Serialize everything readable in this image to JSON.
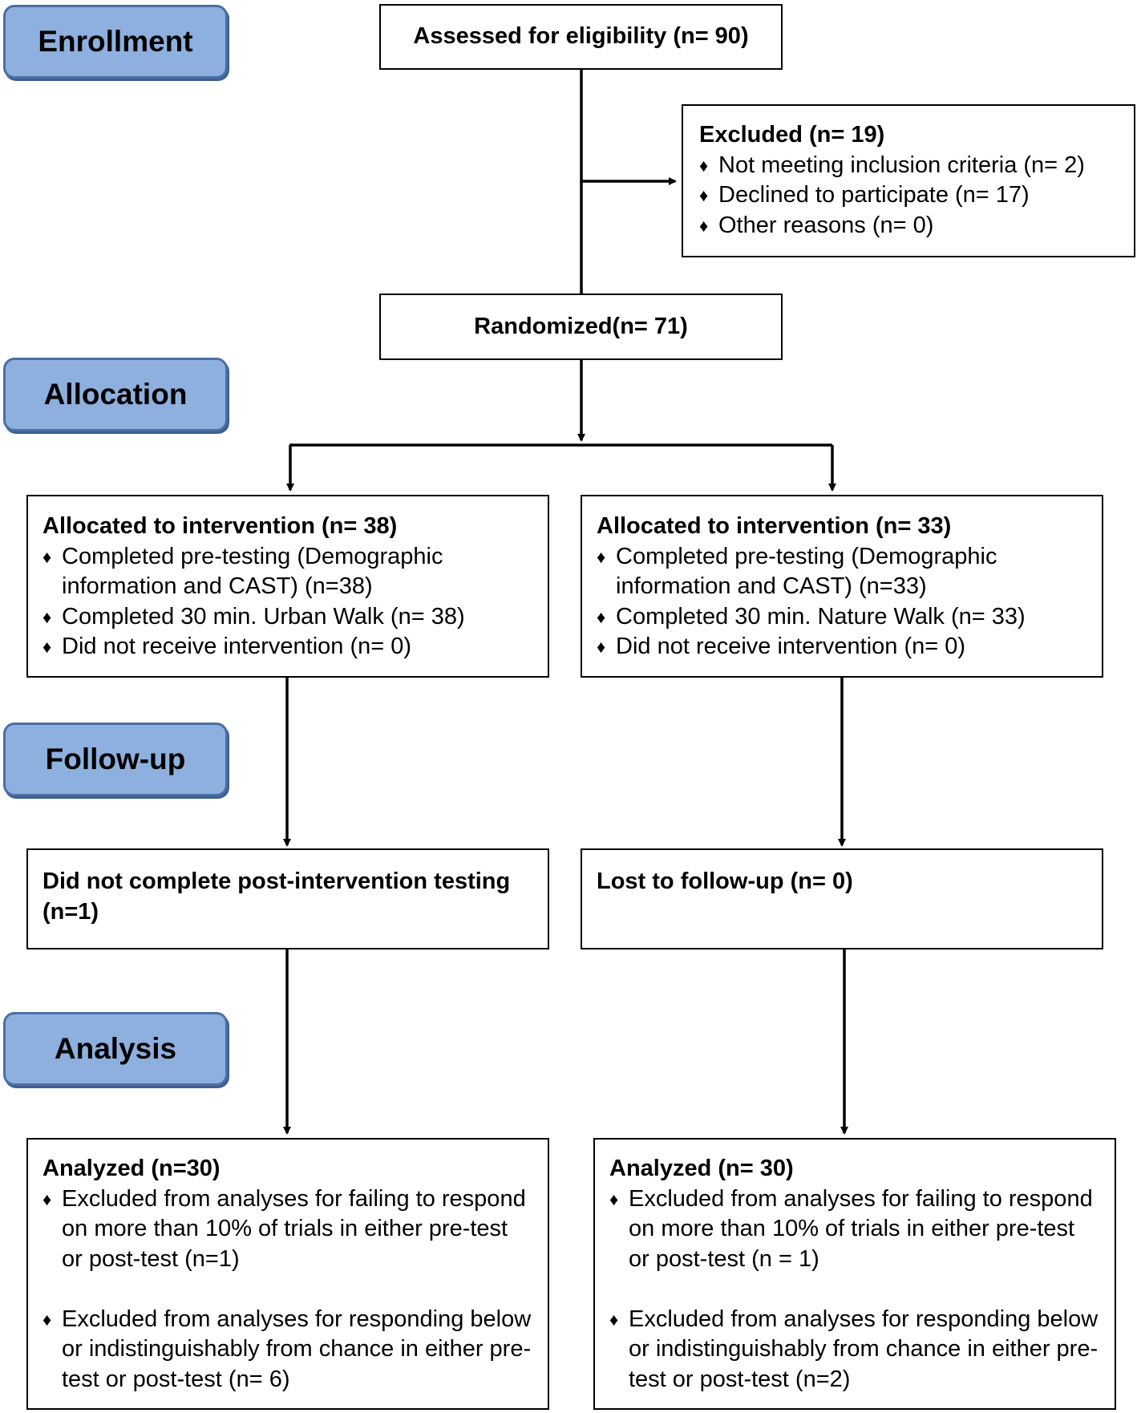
{
  "phases": {
    "enrollment": "Enrollment",
    "allocation": "Allocation",
    "followup": "Follow-up",
    "analysis": "Analysis"
  },
  "assessed": "Assessed for eligibility (n= 90)",
  "excluded": {
    "title": "Excluded  (n= 19)",
    "items": [
      "Not meeting inclusion criteria (n= 2)",
      "Declined to participate (n= 17)",
      "Other reasons (n= 0)"
    ]
  },
  "randomized": "Randomized(n= 71)",
  "allocation_left": {
    "title": "Allocated to intervention (n= 38)",
    "items": [
      "Completed pre-testing (Demographic information and CAST) (n=38)",
      "Completed 30 min. Urban Walk (n= 38)",
      "Did not receive intervention (n= 0)"
    ]
  },
  "allocation_right": {
    "title": "Allocated to intervention (n= 33)",
    "items": [
      "Completed pre-testing (Demographic information and CAST) (n=33)",
      "Completed 30 min. Nature Walk (n= 33)",
      "Did not receive intervention (n= 0)"
    ]
  },
  "followup_left": "Did not complete post-intervention testing (n=1)",
  "followup_right": "Lost to follow-up (n= 0)",
  "analysis_left": {
    "title": "Analyzed (n=30)",
    "items": [
      "Excluded from analyses for failing to respond on more than 10% of trials in either pre-test or post-test (n=1)",
      "Excluded from analyses for responding below or indistinguishably from chance in either pre-test or post-test  (n= 6)"
    ]
  },
  "analysis_right": {
    "title": "Analyzed (n= 30)",
    "items": [
      "Excluded from analyses for failing to respond on more than 10% of trials in either pre-test or post-test (n = 1)",
      "Excluded from analyses for responding below or indistinguishably from chance in either pre-test or post-test (n=2)"
    ]
  }
}
